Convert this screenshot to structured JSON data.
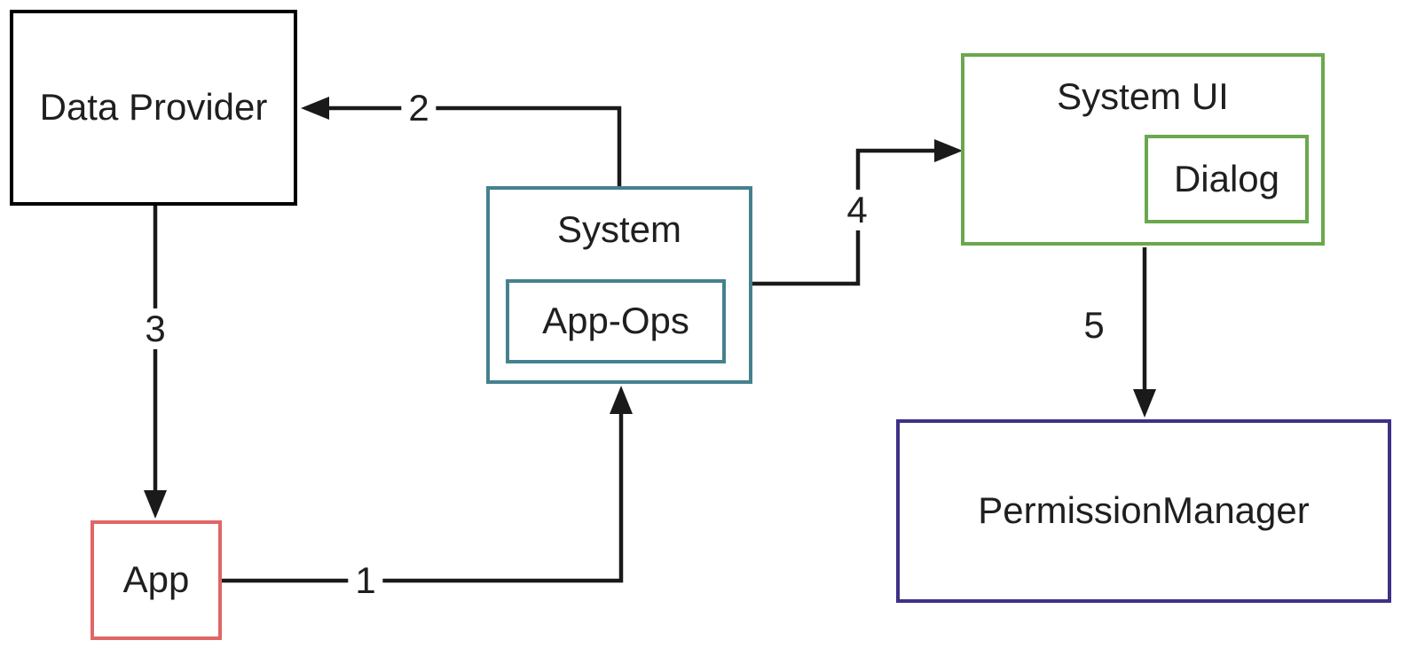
{
  "diagram": {
    "background": "#ffffff",
    "line_color": "#1a1a1a",
    "nodes": {
      "data_provider": {
        "label": "Data Provider",
        "border_color": "#000000"
      },
      "app": {
        "label": "App",
        "border_color": "#e06666"
      },
      "system": {
        "label": "System",
        "border_color": "#45818e"
      },
      "app_ops": {
        "label": "App-Ops",
        "border_color": "#45818e",
        "parent": "system"
      },
      "system_ui": {
        "label": "System UI",
        "border_color": "#6aa84f"
      },
      "dialog": {
        "label": "Dialog",
        "border_color": "#6aa84f",
        "parent": "system_ui"
      },
      "permission_manager": {
        "label": "PermissionManager",
        "border_color": "#3d3186"
      }
    },
    "arrows": [
      {
        "label": "1",
        "from": "app",
        "to": "system"
      },
      {
        "label": "2",
        "from": "system",
        "to": "data_provider"
      },
      {
        "label": "3",
        "from": "data_provider",
        "to": "app"
      },
      {
        "label": "4",
        "from": "system",
        "to": "system_ui"
      },
      {
        "label": "5",
        "from": "system_ui",
        "to": "permission_manager"
      }
    ]
  }
}
